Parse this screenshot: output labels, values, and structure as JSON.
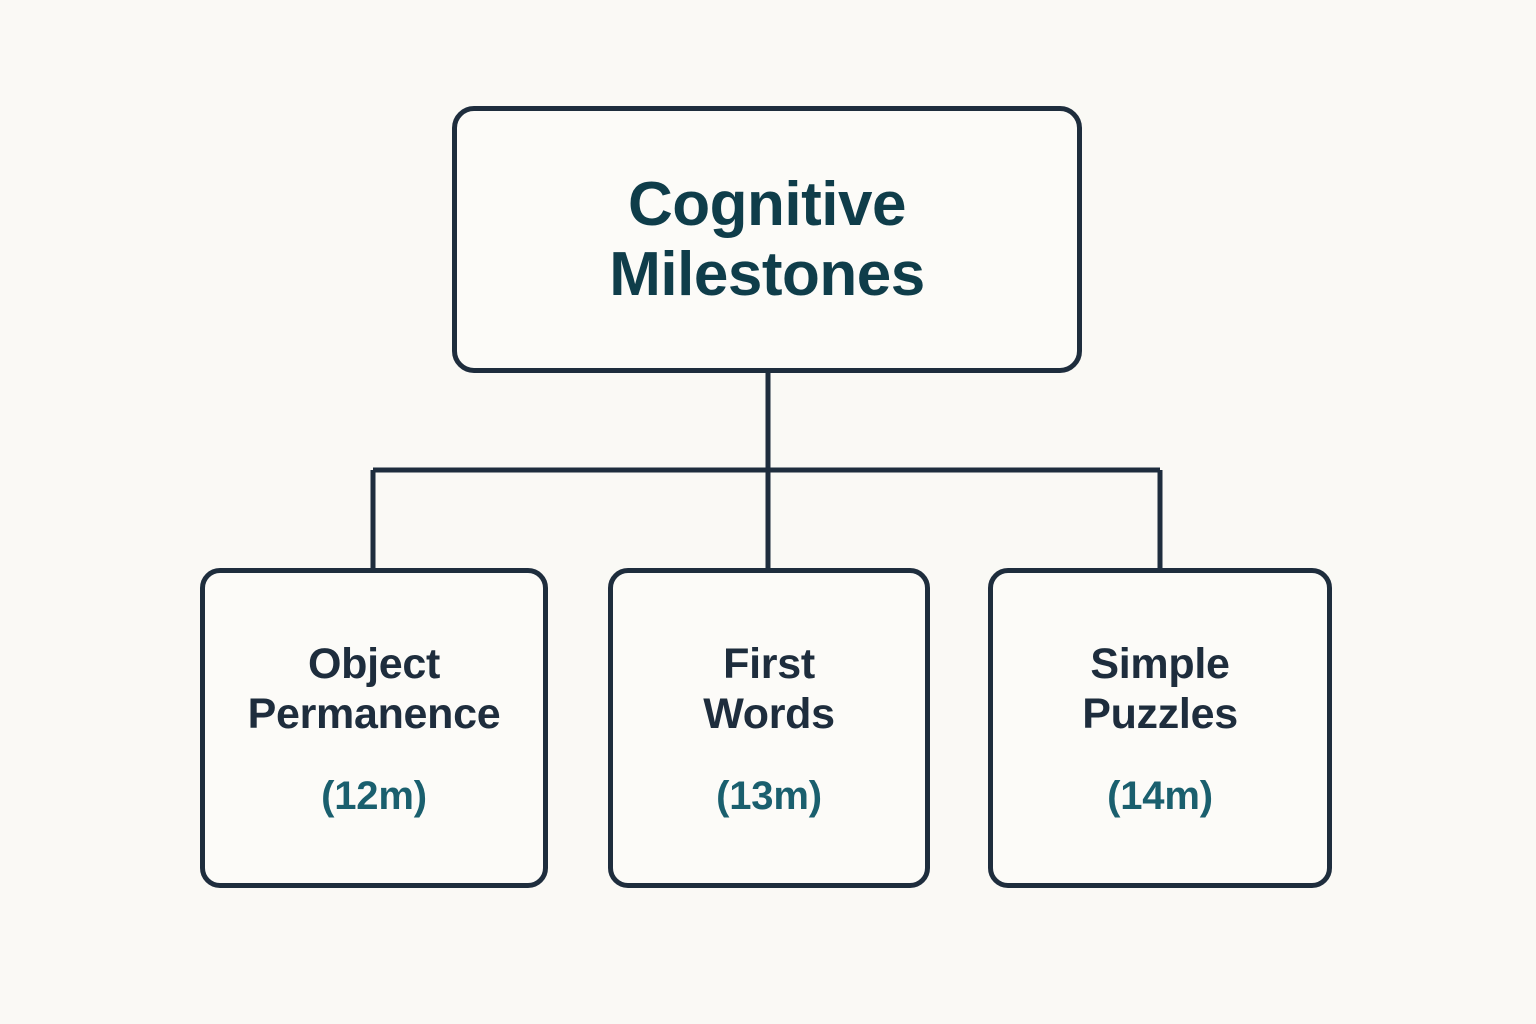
{
  "diagram": {
    "type": "hierarchy-tree",
    "background_color": "#faf9f5",
    "node_fill_color": "#fcfbf8",
    "edge_color": "#1e2d3d",
    "root": {
      "title_line_1": "Cognitive",
      "title_line_2": "Milestones",
      "title": "Cognitive Milestones",
      "text_color": "#0f3d4a"
    },
    "children": [
      {
        "title_line_1": "Object",
        "title_line_2": "Permanence",
        "title": "Object Permanence",
        "age": "(12m)",
        "age_months": 12,
        "title_color": "#1e2d3d",
        "age_color": "#1a5f6e"
      },
      {
        "title_line_1": "First",
        "title_line_2": "Words",
        "title": "First Words",
        "age": "(13m)",
        "age_months": 13,
        "title_color": "#1e2d3d",
        "age_color": "#1a5f6e"
      },
      {
        "title_line_1": "Simple",
        "title_line_2": "Puzzles",
        "title": "Simple Puzzles",
        "age": "(14m)",
        "age_months": 14,
        "title_color": "#1e2d3d",
        "age_color": "#1a5f6e"
      }
    ]
  }
}
